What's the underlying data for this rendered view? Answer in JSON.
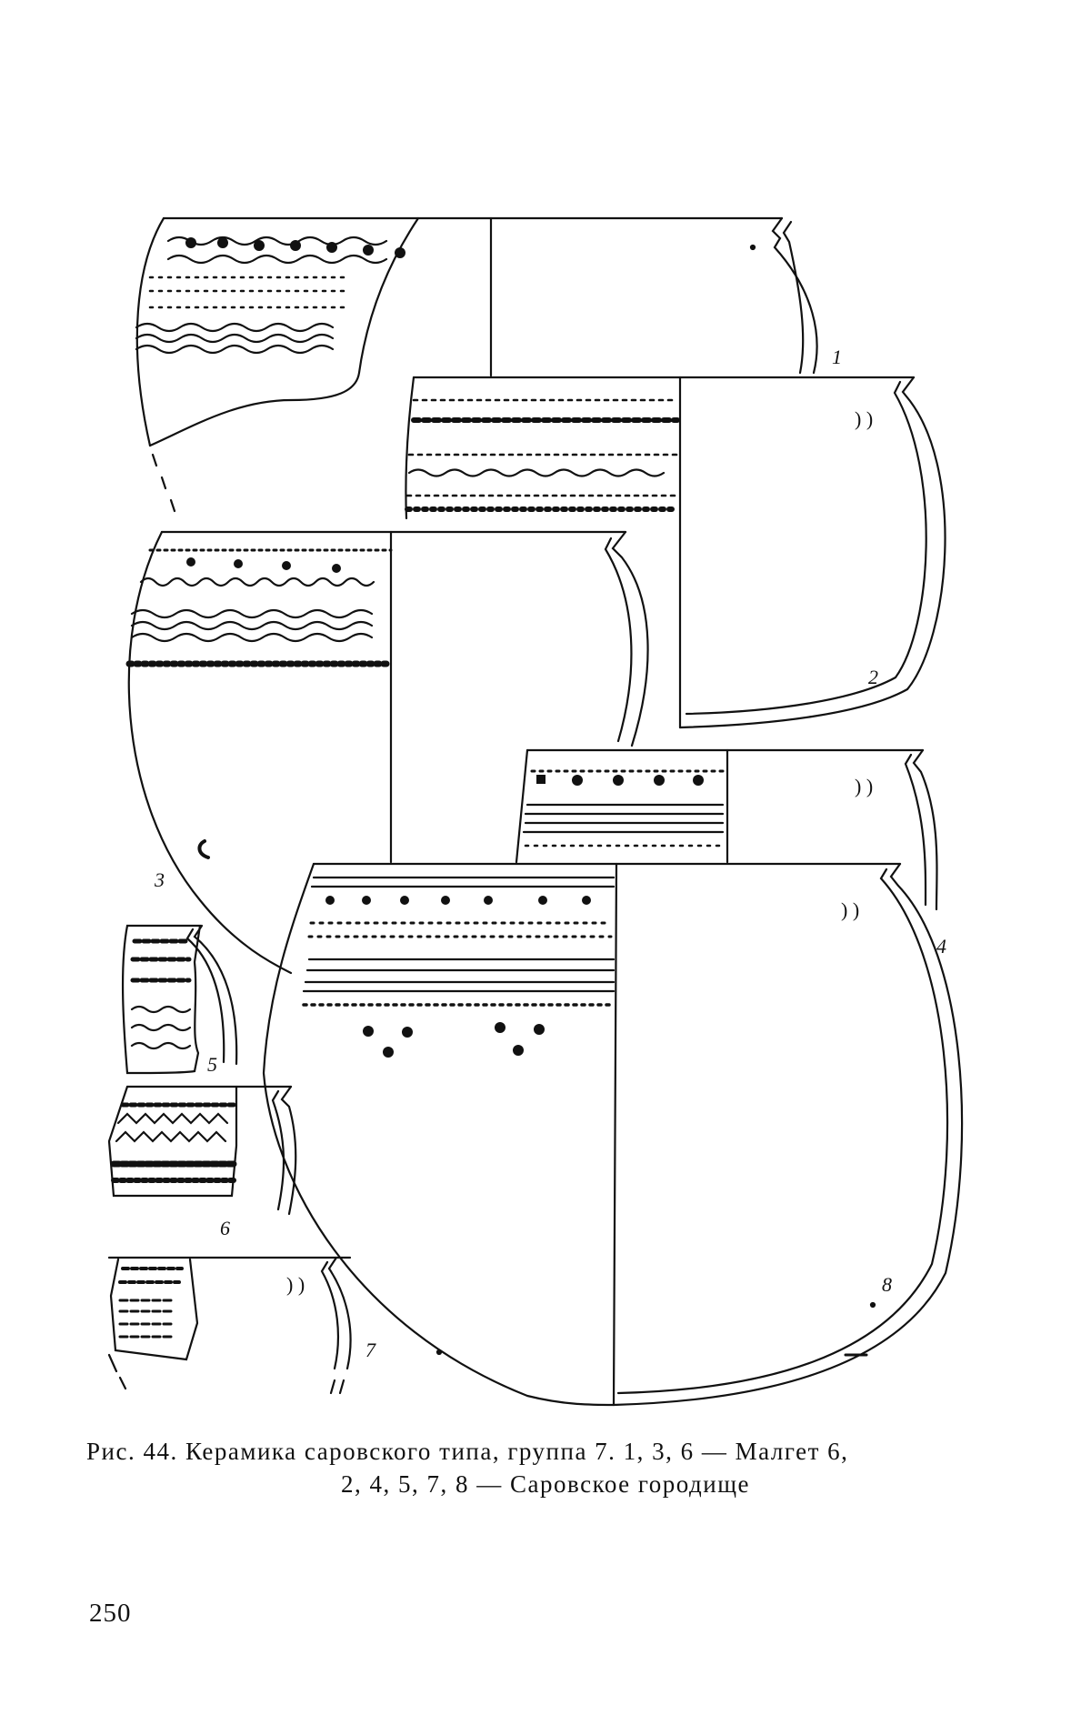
{
  "figure": {
    "vessel_numbers": [
      "1",
      "2",
      "3",
      "4",
      "5",
      "6",
      "7",
      "8"
    ]
  },
  "caption": {
    "line1": "Рис. 44. Керамика саровского типа, группа 7. 1, 3, 6 — Малгет 6,",
    "line2": "2, 4, 5, 7, 8 — Саровское городище"
  },
  "page_number": "250"
}
